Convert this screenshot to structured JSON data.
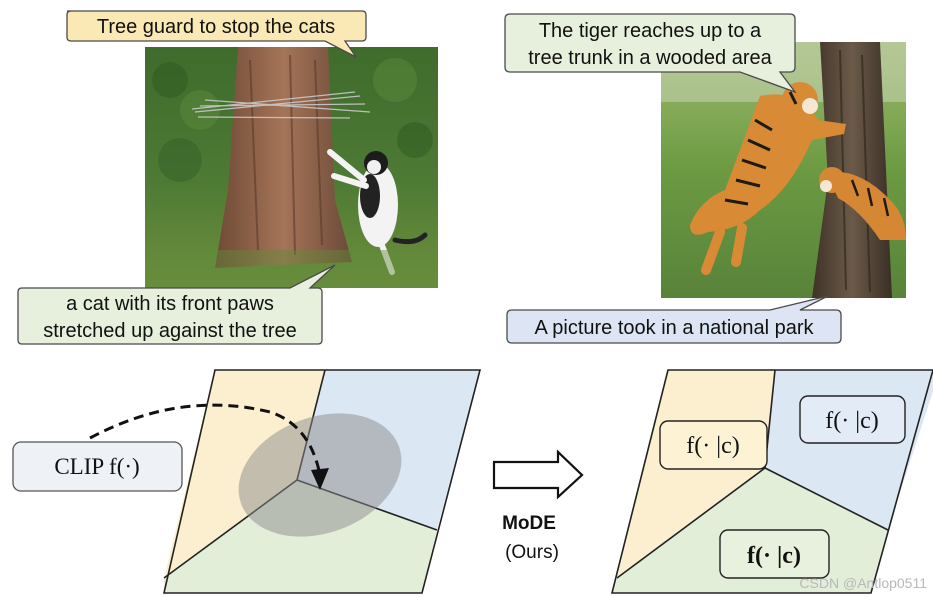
{
  "captions": {
    "cat_top": "Tree guard to stop the cats",
    "cat_bottom_line1": "a cat with its front paws",
    "cat_bottom_line2": "stretched up against the tree",
    "tiger_top_line1": "The tiger reaches up to a",
    "tiger_top_line2": "tree trunk in a wooded area",
    "tiger_bottom": "A picture took in a national park"
  },
  "left_diagram": {
    "clip_label": "CLIP f(·)"
  },
  "arrow": {
    "method_name": "MoDE",
    "method_note": "(Ours)"
  },
  "right_diagram": {
    "label_yellow": "f(· |c)",
    "label_blue": "f(· |c)",
    "label_green": "f(· |c)"
  },
  "watermark": "CSDN @Antlop0511",
  "colors": {
    "bubble_yellow": "#fbe9b5",
    "bubble_green": "#e6f0dc",
    "bubble_blue": "#dde5f4",
    "region_yellow": "#fbefcf",
    "region_blue": "#dce7f4",
    "region_green": "#e3eed9",
    "ellipse_gray": "#8c8c8c"
  }
}
